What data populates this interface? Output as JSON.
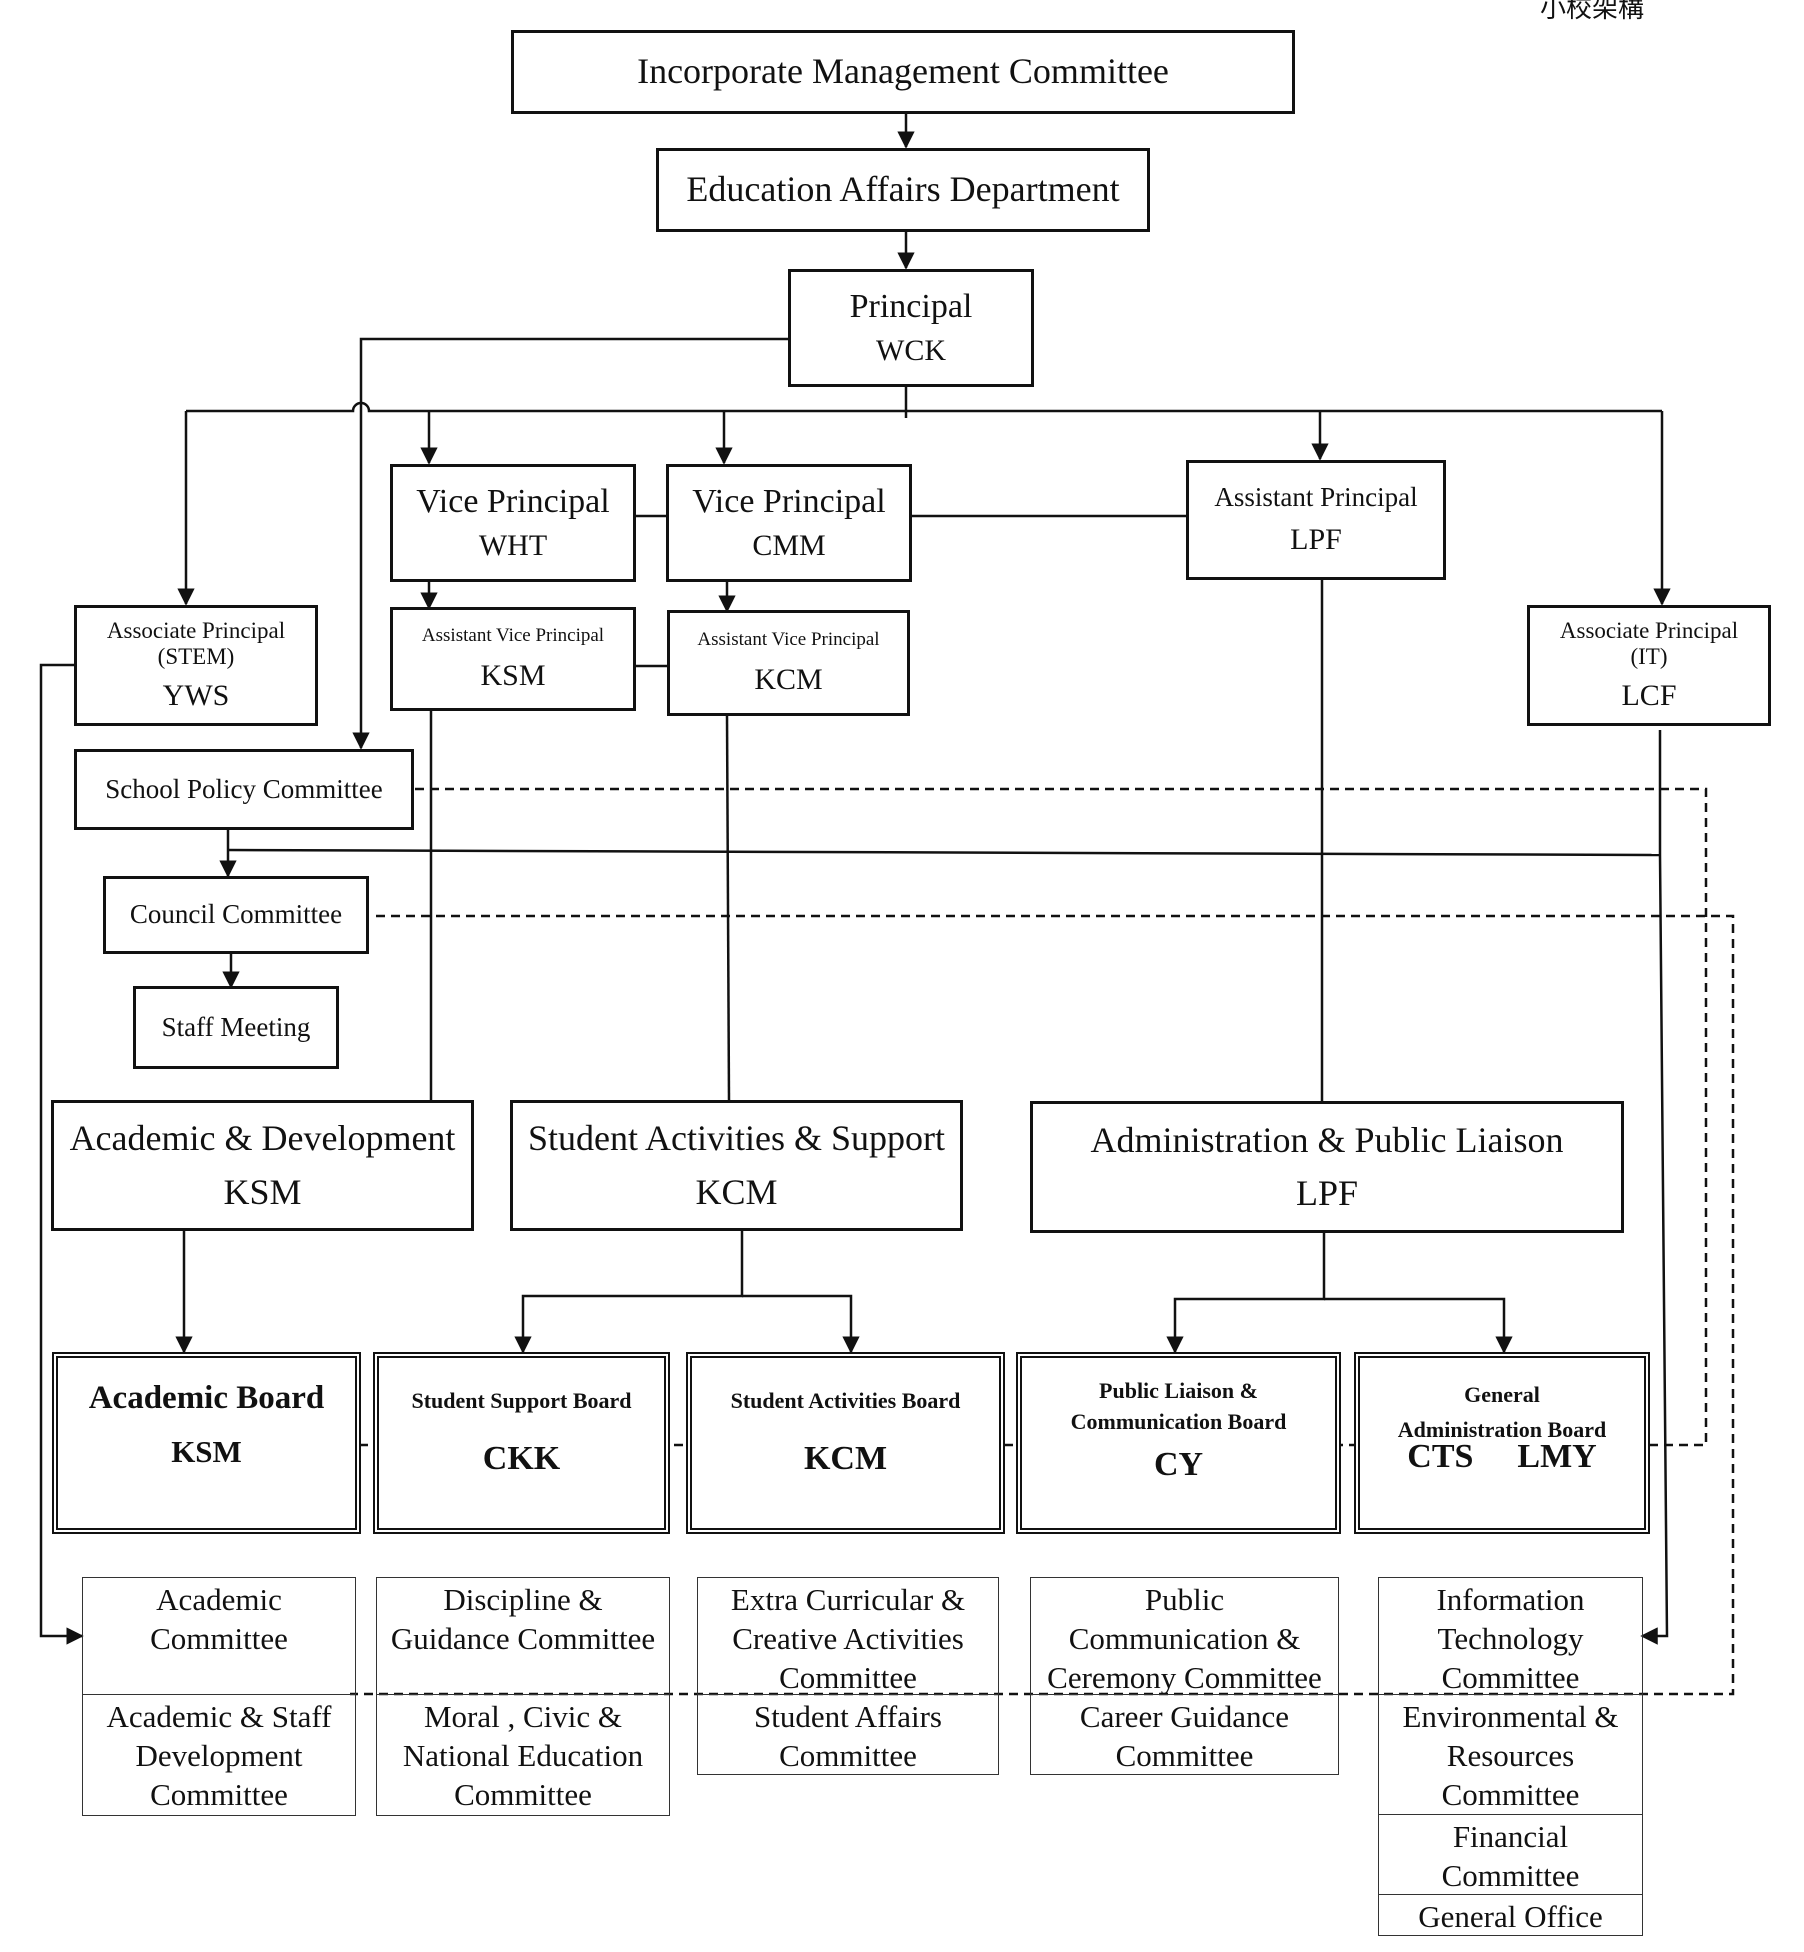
{
  "corner_text": "小校架構",
  "incorporate": "Incorporate Management Committee",
  "eao": "Education Affairs Department",
  "principal": {
    "title": "Principal",
    "name": "WCK"
  },
  "vp1": {
    "title": "Vice Principal",
    "name": "WHT"
  },
  "vp2": {
    "title": "Vice Principal",
    "name": "CMM"
  },
  "ap": {
    "title": "Assistant Principal",
    "name": "LPF"
  },
  "assoc_stem": {
    "title": "Associate Principal",
    "sub": "(STEM)",
    "name": "YWS"
  },
  "assoc_it": {
    "title": "Associate Principal",
    "sub": "(IT)",
    "name": "LCF"
  },
  "avp1": {
    "title": "Assistant Vice Principal",
    "name": "KSM"
  },
  "avp2": {
    "title": "Assistant Vice Principal",
    "name": "KCM"
  },
  "spc": "School Policy Committee",
  "council": "Council Committee",
  "staff": "Staff Meeting",
  "divisions": [
    {
      "title": "Academic & Development",
      "name": "KSM"
    },
    {
      "title": "Student Activities & Support",
      "name": "KCM"
    },
    {
      "title": "Administration & Public Liaison",
      "name": "LPF"
    }
  ],
  "boards": [
    {
      "title": "Academic Board",
      "name": "KSM"
    },
    {
      "title": "Student Support Board",
      "name": "CKK"
    },
    {
      "title": "Student Activities Board",
      "name": "KCM"
    },
    {
      "title_1": "Public Liaison &",
      "title_2": "Communication Board",
      "name": "CY"
    },
    {
      "title_1": "General",
      "title_2": "Administration Board",
      "name_1": "CTS",
      "name_2": "LMY"
    }
  ],
  "committees": {
    "c1": {
      "a1": "Academic",
      "a2": "Committee",
      "b1": "Academic & Staff",
      "b2": "Development",
      "b3": "Committee"
    },
    "c2": {
      "a1": "Discipline &",
      "a2": "Guidance Committee",
      "b1": "Moral , Civic &",
      "b2": "National Education",
      "b3": "Committee"
    },
    "c3": {
      "a1": "Extra Curricular &",
      "a2": "Creative Activities",
      "a3": "Committee",
      "b1": "Student Affairs",
      "b2": "Committee"
    },
    "c4": {
      "a1": "Public",
      "a2": "Communication &",
      "a3": "Ceremony Committee",
      "b1": "Career Guidance",
      "b2": "Committee"
    },
    "c5": {
      "a1": "Information",
      "a2": "Technology",
      "a3": "Committee",
      "b1": "Environmental &",
      "b2": "Resources",
      "b3": "Committee",
      "c1": "Financial",
      "c2": "Committee",
      "d1": "General Office"
    }
  }
}
